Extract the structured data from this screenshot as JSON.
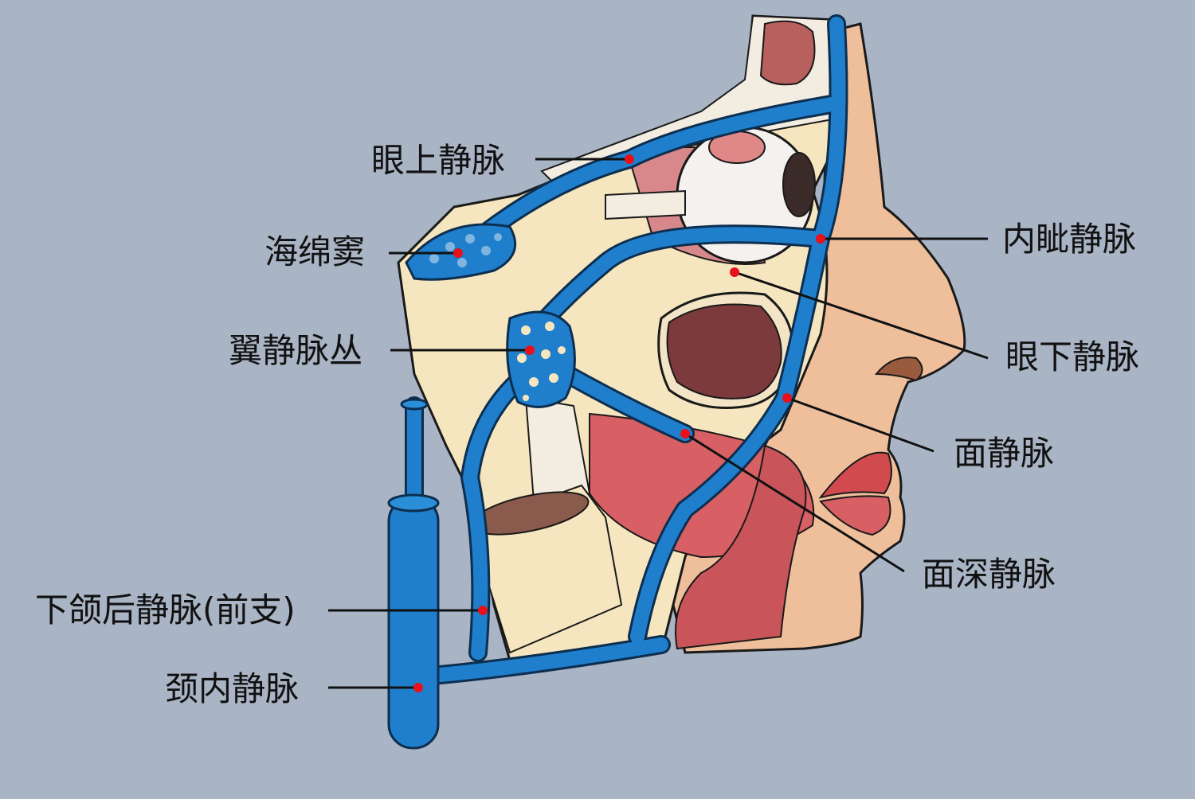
{
  "colors": {
    "background": "#a9b4c5",
    "vein": "#1f7fcc",
    "vein_outline": "#0d2e4f",
    "skin": "#efbf9c",
    "bone": "#f6e6bf",
    "muscle": "#d85f63",
    "marker": "#e8101a",
    "leader_line": "#111111"
  },
  "labels": {
    "superior_ophthalmic_vein": "眼上静脉",
    "cavernous_sinus": "海绵窦",
    "pterygoid_plexus": "翼静脉丛",
    "retromandibular_vein": "下颌后静脉(前支)",
    "internal_jugular_vein": "颈内静脉",
    "angular_vein": "内眦静脉",
    "inferior_ophthalmic_vein": "眼下静脉",
    "facial_vein": "面静脉",
    "deep_facial_vein": "面深静脉"
  }
}
